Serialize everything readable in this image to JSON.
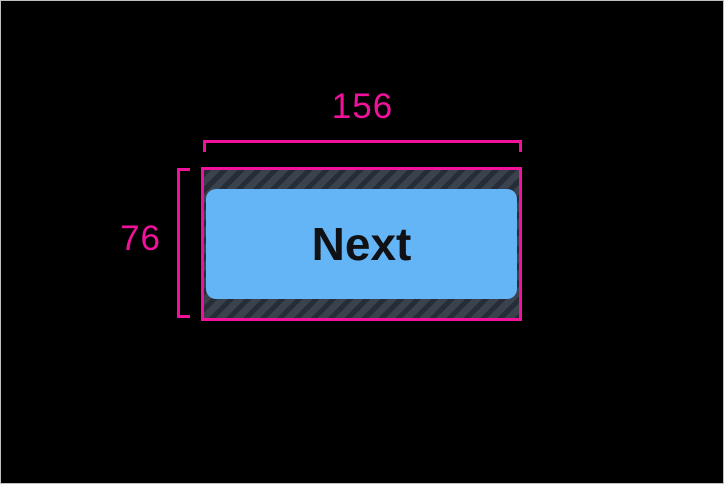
{
  "figure": {
    "background_color": "#000000",
    "frame_border_color": "#c0c0c0"
  },
  "dimensions": {
    "accent_color": "#f2119b",
    "width": {
      "label": "156"
    },
    "height": {
      "label": "76"
    }
  },
  "touch_target": {
    "outline_color": "#f2119b",
    "hatch_base_color": "#3a424d",
    "hatch_stripe_color": "#272d36"
  },
  "button": {
    "label": "Next",
    "fill_color": "#64b5f6",
    "label_color": "#101114"
  }
}
